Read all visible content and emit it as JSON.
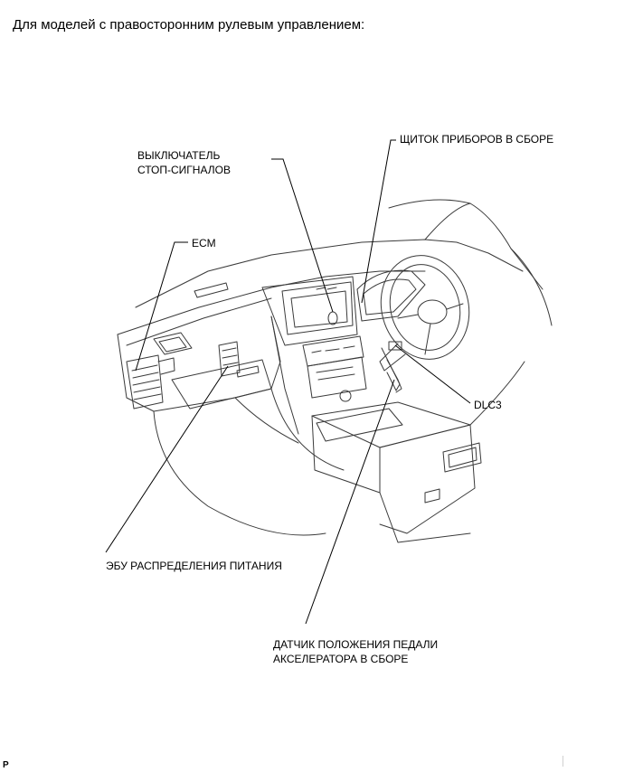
{
  "heading": "Для моделей с правосторонним рулевым управлением:",
  "labels": {
    "stop_switch_line1": "ВЫКЛЮЧАТЕЛЬ",
    "stop_switch_line2": "СТОП-СИГНАЛОВ",
    "combination_meter": "ЩИТОК ПРИБОРОВ В СБОРЕ",
    "ecm": "ECM",
    "dlc3": "DLC3",
    "power_distribution_ecu": "ЭБУ РАСПРЕДЕЛЕНИЯ ПИТАНИЯ",
    "accel_sensor_line1": "ДАТЧИК ПОЛОЖЕНИЯ ПЕДАЛИ",
    "accel_sensor_line2": "АКСЕЛЕРАТОРА В СБОРЕ"
  },
  "corner_mark": "P",
  "colors": {
    "ink": "#000000",
    "line": "#3a3a3a"
  }
}
